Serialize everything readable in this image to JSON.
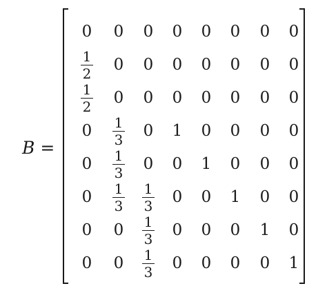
{
  "equation": {
    "lhs_symbol": "B",
    "equals": "=",
    "matrix": {
      "rows": [
        [
          "0",
          "0",
          "0",
          "0",
          "0",
          "0",
          "0",
          "0"
        ],
        [
          "1/2",
          "0",
          "0",
          "0",
          "0",
          "0",
          "0",
          "0"
        ],
        [
          "1/2",
          "0",
          "0",
          "0",
          "0",
          "0",
          "0",
          "0"
        ],
        [
          "0",
          "1/3",
          "0",
          "1",
          "0",
          "0",
          "0",
          "0"
        ],
        [
          "0",
          "1/3",
          "0",
          "0",
          "1",
          "0",
          "0",
          "0"
        ],
        [
          "0",
          "1/3",
          "1/3",
          "0",
          "0",
          "1",
          "0",
          "0"
        ],
        [
          "0",
          "0",
          "1/3",
          "0",
          "0",
          "0",
          "1",
          "0"
        ],
        [
          "0",
          "0",
          "1/3",
          "0",
          "0",
          "0",
          "0",
          "1"
        ]
      ]
    }
  }
}
